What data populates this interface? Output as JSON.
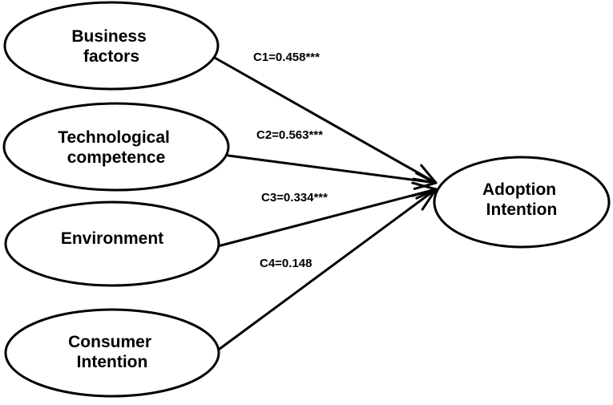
{
  "diagram": {
    "type": "path-model",
    "nodes": [
      {
        "id": "business",
        "lines": [
          "Business",
          "factors"
        ]
      },
      {
        "id": "tech",
        "lines": [
          "Technological",
          "competence"
        ]
      },
      {
        "id": "env",
        "lines": [
          "Environment"
        ]
      },
      {
        "id": "consumer",
        "lines": [
          "Consumer",
          "Intention"
        ]
      },
      {
        "id": "adoption",
        "lines": [
          "Adoption",
          "Intention"
        ]
      }
    ],
    "edges": [
      {
        "from": "business",
        "to": "adoption",
        "label": "C1=0.458***"
      },
      {
        "from": "tech",
        "to": "adoption",
        "label": "C2=0.563***"
      },
      {
        "from": "env",
        "to": "adoption",
        "label": "C3=0.334***"
      },
      {
        "from": "consumer",
        "to": "adoption",
        "label": "C4=0.148"
      }
    ]
  }
}
